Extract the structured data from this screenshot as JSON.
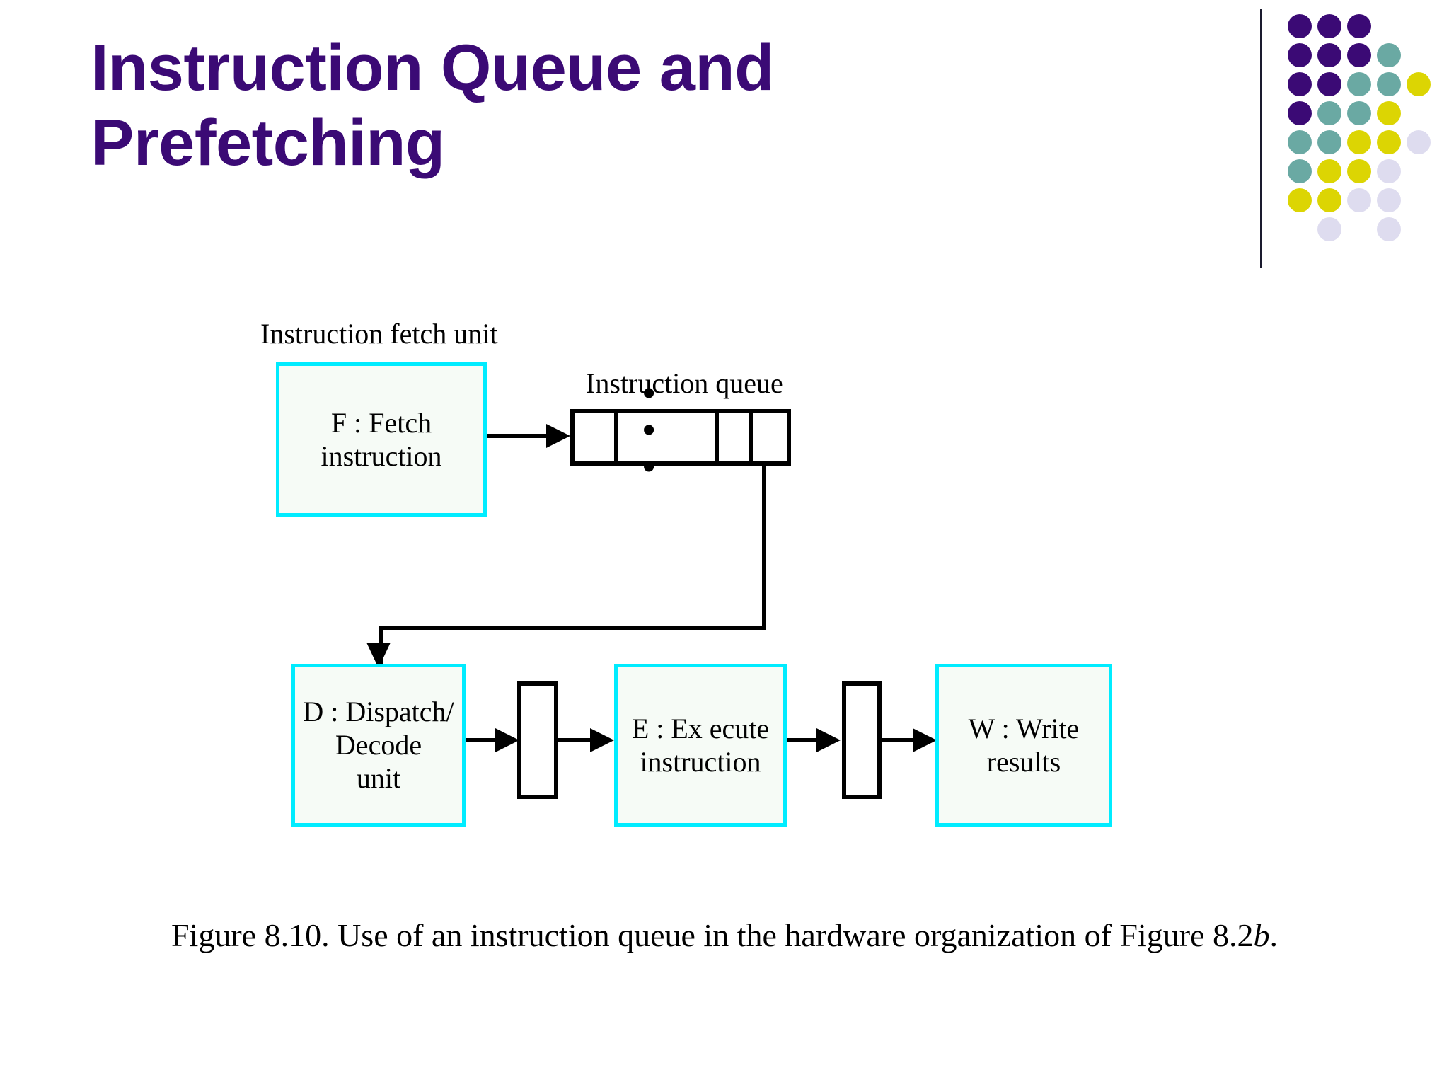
{
  "slide": {
    "title_line1": "Instruction Queue and",
    "title_line2": "Prefetching",
    "title_color": "#3b0a75",
    "background": "#ffffff"
  },
  "logo": {
    "name": "dot-matrix-logo",
    "colors": {
      "purple": "#3b0a75",
      "teal": "#6aa9a3",
      "yellow": "#dcd503",
      "lavender": "#dedcef"
    },
    "rows": [
      [
        "purple",
        "purple",
        "purple"
      ],
      [
        "purple",
        "purple",
        "purple",
        "teal"
      ],
      [
        "purple",
        "purple",
        "teal",
        "teal",
        "yellow"
      ],
      [
        "purple",
        "teal",
        "teal",
        "yellow"
      ],
      [
        "teal",
        "teal",
        "yellow",
        "yellow",
        "lavender"
      ],
      [
        "teal",
        "yellow",
        "yellow",
        "lavender"
      ],
      [
        "yellow",
        "yellow",
        "lavender",
        "lavender"
      ],
      [
        null,
        "lavender",
        null,
        "lavender"
      ]
    ]
  },
  "diagram": {
    "labels": {
      "fetch_unit": "Instruction fetch unit",
      "instruction_queue": "Instruction queue"
    },
    "stages": {
      "fetch": {
        "line1": "F : Fetch",
        "line2": "instruction"
      },
      "dispatch": {
        "line1": "D : Dispatch/",
        "line2": "Decode",
        "line3": "unit"
      },
      "execute": {
        "line1": "E : Ex ecute",
        "line2": "instruction"
      },
      "write": {
        "line1": "W : Write",
        "line2": "results"
      }
    },
    "queue": {
      "cells": [
        "",
        "• • •",
        "",
        ""
      ],
      "dots": "• • •"
    },
    "box_border_color": "#00ecff",
    "box_fill_color": "#f6fbf6",
    "line_color": "#000000"
  },
  "caption": {
    "prefix": "Figure 8.10. Use of an instruction queue in the hardware organization of Figure 8.2",
    "italic": "b",
    "suffix": "."
  }
}
